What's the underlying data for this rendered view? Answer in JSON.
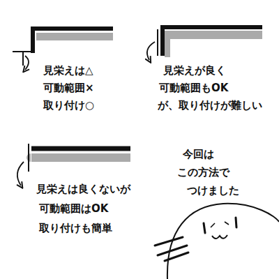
{
  "diagram": {
    "labels": [
      "見栄えは△",
      "可動範囲×",
      "取り付け○",
      "見栄えが良く",
      "可動範囲もOK",
      "が、取り付けが難しい",
      "見栄えは良くないが",
      "可動範囲はOK",
      "取り付けも簡単",
      "今回は",
      "この方法で",
      "つけました"
    ]
  }
}
